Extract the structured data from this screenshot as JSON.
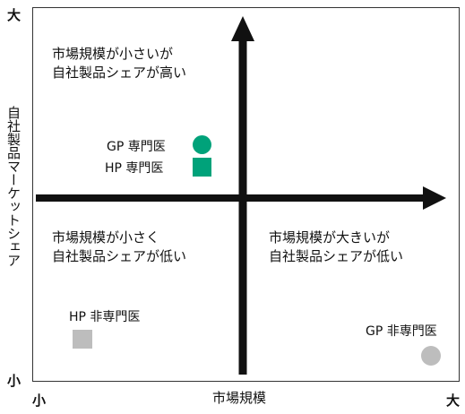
{
  "axes": {
    "y_max": "大",
    "y_min": "小",
    "x_min": "小",
    "x_max": "大",
    "x_label": "市場規模",
    "y_label": "自社製品マーケットシェア"
  },
  "quadrants": {
    "top_left": [
      "市場規模が小さいが",
      "自社製品シェアが高い"
    ],
    "bottom_left": [
      "市場規模が小さく",
      "自社製品シェアが低い"
    ],
    "bottom_right": [
      "市場規模が大きいが",
      "自社製品シェアが低い"
    ]
  },
  "items": {
    "gp_specialist": "GP 専門医",
    "hp_specialist": "HP 専門医",
    "hp_non_specialist": "HP 非専門医",
    "gp_non_specialist": "GP 非専門医"
  },
  "colors": {
    "specialist": "#00a27a",
    "non_specialist": "#bdbdbd",
    "axis": "#111111"
  }
}
